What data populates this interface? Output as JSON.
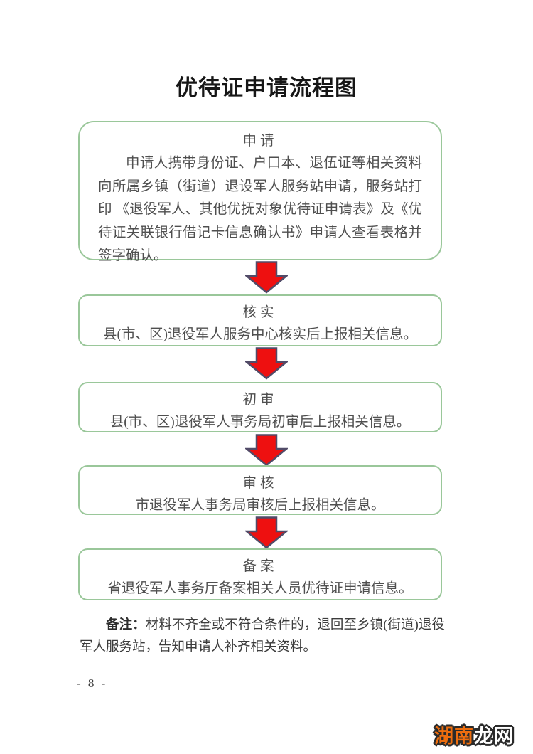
{
  "page": {
    "title": "优待证申请流程图",
    "page_number": "- 8 -",
    "watermark": {
      "part1": "湖南",
      "part2": "龙网"
    }
  },
  "flow": {
    "steps": [
      {
        "header": "申请",
        "body": "申请人携带身份证、户口本、退伍证等相关资料向所属乡镇（街道）退设军人服务站申请，服务站打印 《退役军人、其他优抚对象优待证申请表》及《优待证关联银行借记卡信息确认书》申请人查看表格并签字确认。"
      },
      {
        "header": "核实",
        "body": "县(市、区)退役军人服务中心核实后上报相关信息。"
      },
      {
        "header": "初审",
        "body": "县(市、区)退役军人事务局初审后上报相关信息。"
      },
      {
        "header": "审核",
        "body": "市退役军人事务局审核后上报相关信息。"
      },
      {
        "header": "备案",
        "body": "省退役军人事务厅备案相关人员优待证申请信息。"
      }
    ]
  },
  "note": {
    "label": "备注：",
    "text": "材料不齐全或不符合条件的，退回至乡镇(街道)退役军人服务站，告知申请人补齐相关资料。"
  },
  "colors": {
    "box_border": "#9ac79a",
    "arrow_fill": "#ee1010",
    "arrow_outline": "#514b68",
    "watermark_orange": "#ed6d0e",
    "watermark_white": "#ffffff",
    "body_text": "#4f4f4f",
    "title_text": "#161616"
  }
}
